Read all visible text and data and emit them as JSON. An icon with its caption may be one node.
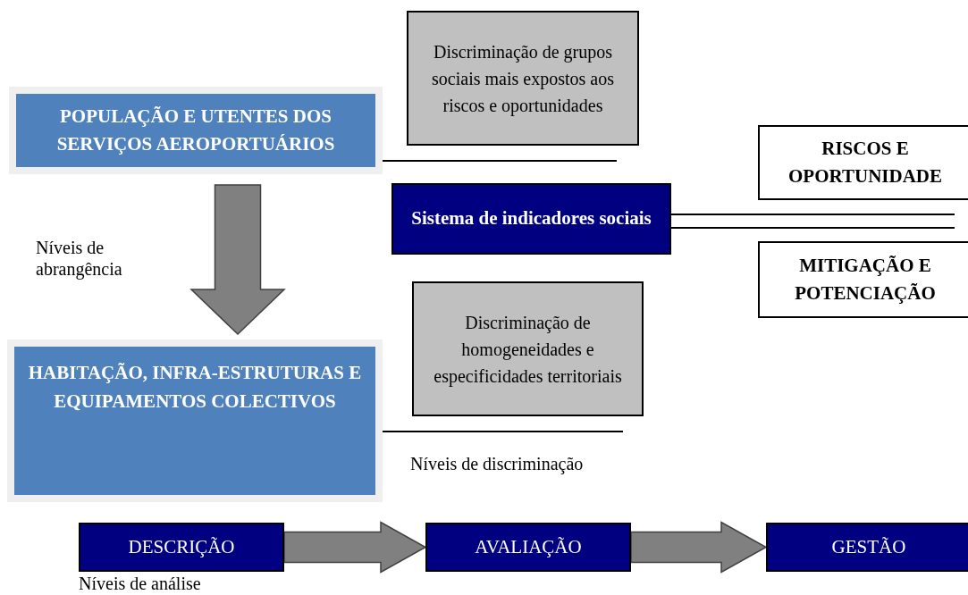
{
  "diagram": {
    "nodes": [
      {
        "text": [
          "Discriminação de grupos sociais mais expostos aos riscos e oportunidades"
        ]
      },
      {
        "text": [
          "POPULAÇÃO E UTENTES DOS SERVIÇOS AEROPORTUÁRIOS"
        ]
      },
      {
        "text": [
          "RISCOS E OPORTUNIDADE"
        ]
      },
      {
        "text": [
          "Sistema de indicadores sociais"
        ]
      },
      {
        "text": [
          "MITIGAÇÃO E POTENCIAÇÃO"
        ]
      },
      {
        "text": [
          "Discriminação de homogeneidades e especificidades territoriais"
        ]
      },
      {
        "text": [
          "HABITAÇÃO, INFRA-ESTRUTURAS E EQUIPAMENTOS COLECTIVOS"
        ]
      },
      {
        "text": [
          "DESCRIÇÃO"
        ]
      },
      {
        "text": [
          "AVALIAÇÃO"
        ]
      },
      {
        "text": [
          "GESTÃO"
        ]
      }
    ],
    "edges": [
      {
        "from": 1,
        "to": null,
        "arrow": "none"
      },
      {
        "from": 6,
        "to": null,
        "arrow": "none"
      },
      {
        "from": 3,
        "to": null,
        "arrow": "none"
      },
      {
        "from": 3,
        "to": null,
        "arrow": "none"
      },
      {
        "from": 1,
        "to": 6,
        "arrow": "to",
        "style": "thick",
        "color": "#808080"
      },
      {
        "from": 7,
        "to": 8,
        "arrow": "to",
        "style": "thick",
        "color": "#808080"
      },
      {
        "from": 8,
        "to": 9,
        "arrow": "to",
        "style": "thick",
        "color": "#808080"
      }
    ],
    "labels": [
      "Níveis de abrangência",
      "Níveis de discriminação",
      "Níveis de análise"
    ]
  }
}
